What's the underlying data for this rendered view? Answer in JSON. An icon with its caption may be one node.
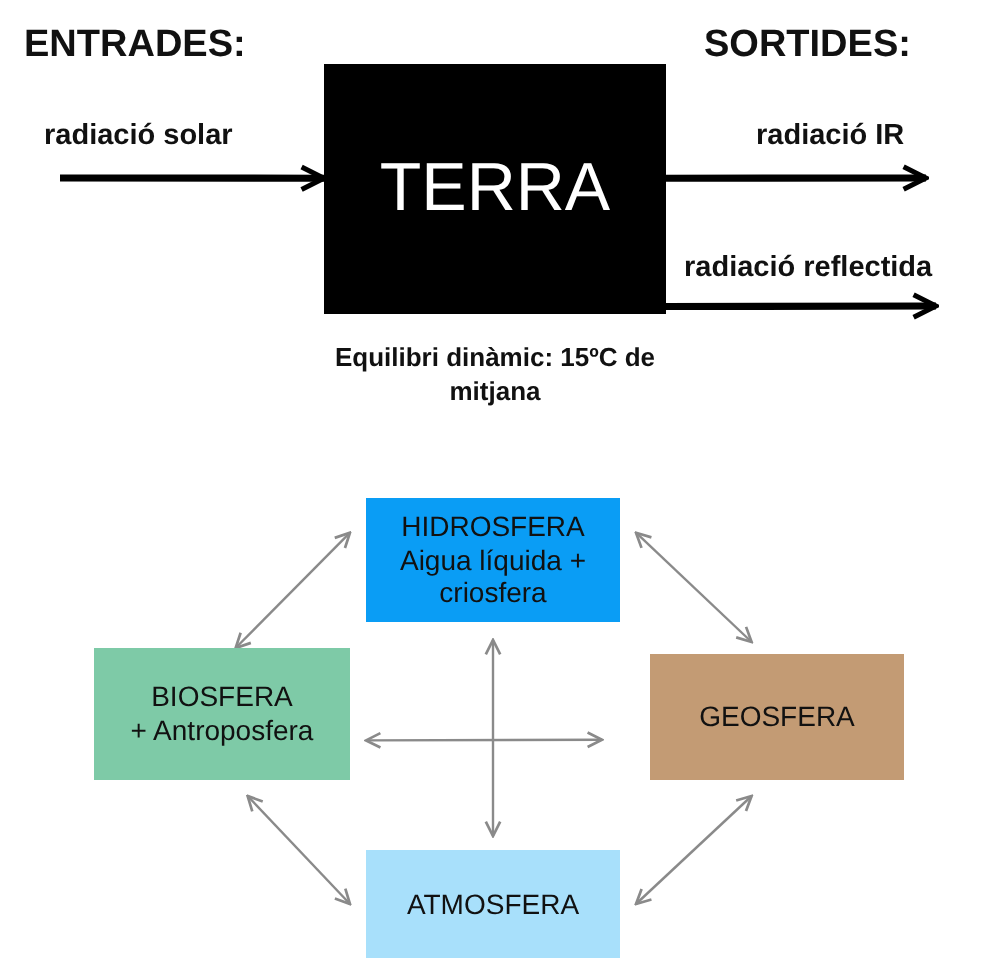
{
  "diagram": {
    "nodes": [
      {
        "text": [
          "TERRA"
        ],
        "beside": [
          "Equilibri dinàmic: 15ºC de mitjana"
        ]
      },
      {
        "text": [
          "HIDROSFERA",
          "Aigua líquida + criosfera"
        ]
      },
      {
        "text": [
          "BIOSFERA",
          "+ Antroposfera"
        ]
      },
      {
        "text": [
          "GEOSFERA"
        ]
      },
      {
        "text": [
          "ATMOSFERA"
        ]
      }
    ],
    "edges": [
      {
        "from": null,
        "to": 0,
        "arrow": "to",
        "label": "radiació solar",
        "style": "thick",
        "color": "#000000"
      },
      {
        "from": 0,
        "to": null,
        "arrow": "to",
        "label": "radiació IR",
        "style": "thick",
        "color": "#000000"
      },
      {
        "from": 0,
        "to": null,
        "arrow": "to",
        "label": "radiació reflectida",
        "style": "thick",
        "color": "#000000"
      },
      {
        "from": 2,
        "to": 1,
        "arrow": "both"
      },
      {
        "from": 1,
        "to": 3,
        "arrow": "both"
      },
      {
        "from": 2,
        "to": 3,
        "arrow": "both"
      },
      {
        "from": 1,
        "to": 4,
        "arrow": "both"
      },
      {
        "from": 2,
        "to": 4,
        "arrow": "both"
      },
      {
        "from": 4,
        "to": 3,
        "arrow": "both"
      }
    ],
    "labels": [
      "ENTRADES:",
      "SORTIDES:"
    ]
  }
}
